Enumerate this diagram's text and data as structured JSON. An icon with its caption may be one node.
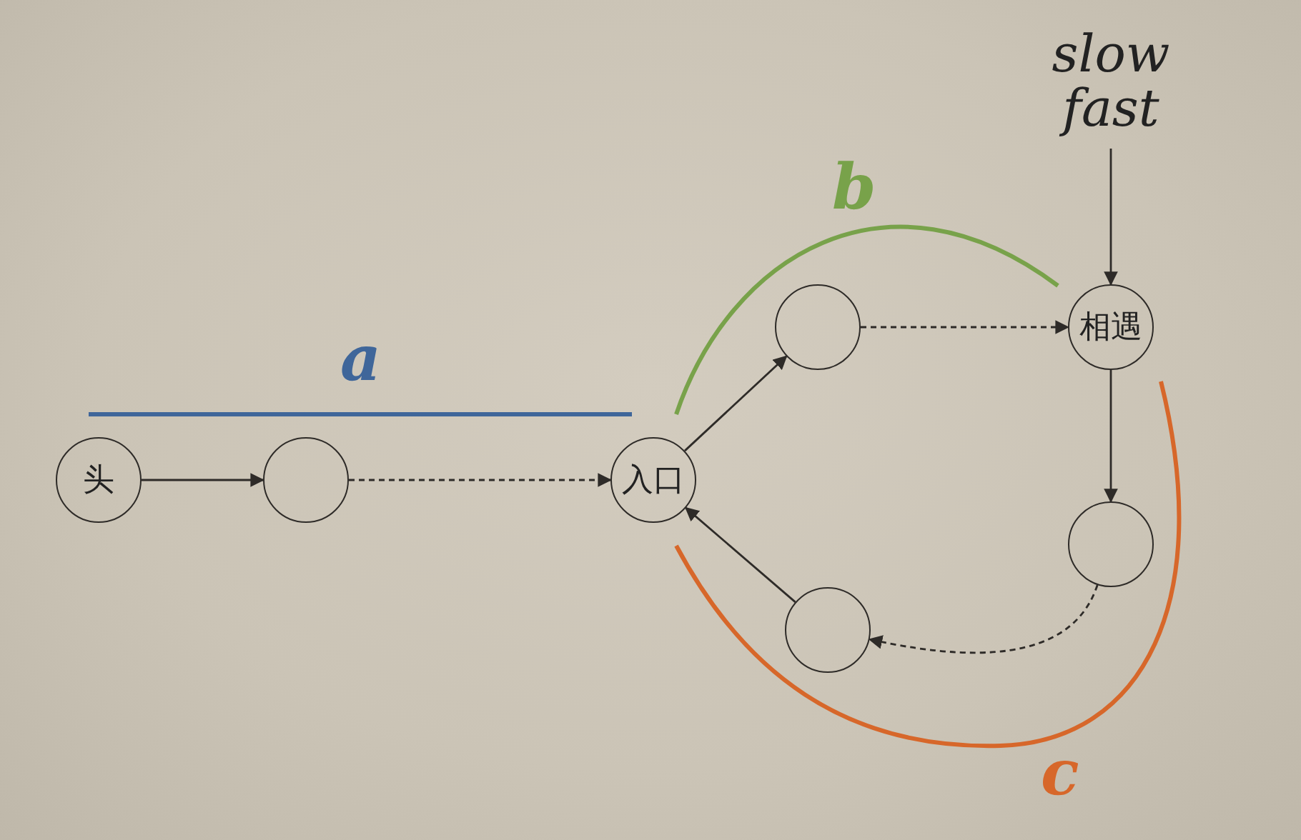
{
  "diagram": {
    "nodes": [
      {
        "text": [
          "头"
        ]
      },
      {
        "text": [],
        "shape": "circle"
      },
      {
        "text": [
          "入口"
        ]
      },
      {
        "text": [],
        "shape": "circle"
      },
      {
        "text": [
          "相遇"
        ]
      },
      {
        "text": [],
        "shape": "circle"
      },
      {
        "text": [],
        "shape": "circle"
      },
      {
        "text": [
          "slow",
          "fast"
        ]
      }
    ],
    "edges": [
      {
        "from": 0,
        "to": 1,
        "arrow": "to"
      },
      {
        "from": 1,
        "to": 2,
        "arrow": "to",
        "style": "dashed"
      },
      {
        "from": 2,
        "to": 3,
        "arrow": "to"
      },
      {
        "from": 3,
        "to": 4,
        "arrow": "to",
        "style": "dashed"
      },
      {
        "from": 4,
        "to": 5,
        "arrow": "to"
      },
      {
        "from": 5,
        "to": 6,
        "arrow": "to",
        "style": "dashed"
      },
      {
        "from": 6,
        "to": 2,
        "arrow": "to"
      },
      {
        "from": 7,
        "to": 4,
        "arrow": "to"
      }
    ],
    "labels": [
      "a",
      "b",
      "c"
    ]
  }
}
